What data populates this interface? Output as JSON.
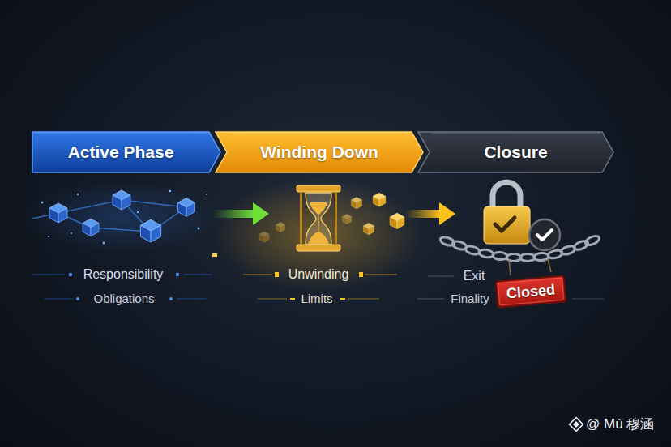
{
  "diagram": {
    "nodes": [
      {
        "text": [
          "Active Phase"
        ]
      },
      {
        "text": [
          "Winding Down"
        ]
      },
      {
        "text": [
          "Closure"
        ]
      },
      {
        "text": [
          "Closed"
        ]
      }
    ],
    "labels": [
      "Responsibility",
      "Obligations",
      "Unwinding",
      "Limits",
      "Exit",
      "Finality",
      "@ Mù 穆涵"
    ]
  }
}
